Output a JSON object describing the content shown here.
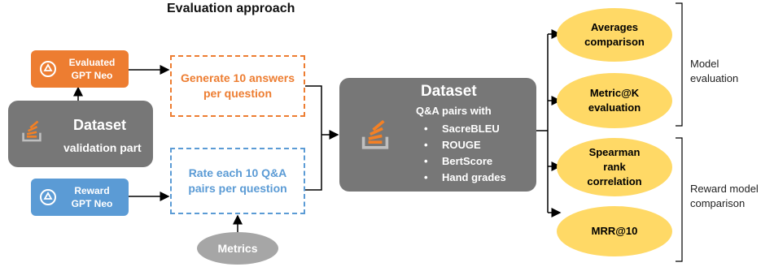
{
  "title": "Evaluation approach",
  "evaluated_model": {
    "line1": "Evaluated",
    "line2": "GPT Neo",
    "color": "#ed7d31"
  },
  "reward_model": {
    "line1": "Reward",
    "line2": "GPT Neo",
    "color": "#5b9bd5"
  },
  "dataset_validation": {
    "title": "Dataset",
    "subtitle": "validation part"
  },
  "generate_box": {
    "line1": "Generate 10 answers",
    "line2": "per question"
  },
  "rate_box": {
    "line1": "Rate each 10 Q&A",
    "line2": "pairs per question"
  },
  "metrics": {
    "label": "Metrics"
  },
  "dataset_main": {
    "title": "Dataset",
    "subtitle": "Q&A pairs with",
    "items": [
      "SacreBLEU",
      "ROUGE",
      "BertScore",
      "Hand grades"
    ]
  },
  "ellipses": {
    "averages": {
      "line1": "Averages",
      "line2": "comparison"
    },
    "metric_k": {
      "line1": "Metric@K",
      "line2": "evaluation"
    },
    "spearman": {
      "line1": "Spearman",
      "line2": "rank",
      "line3": "correlation"
    },
    "mrr": {
      "line1": "MRR@10"
    }
  },
  "bracket_model": {
    "line1": "Model",
    "line2": "evaluation"
  },
  "bracket_reward": {
    "line1": "Reward model",
    "line2": "comparison"
  },
  "colors": {
    "dark_box": "#777777",
    "ellipse_fill": "#ffd966",
    "metrics_fill": "#a6a6a6"
  }
}
